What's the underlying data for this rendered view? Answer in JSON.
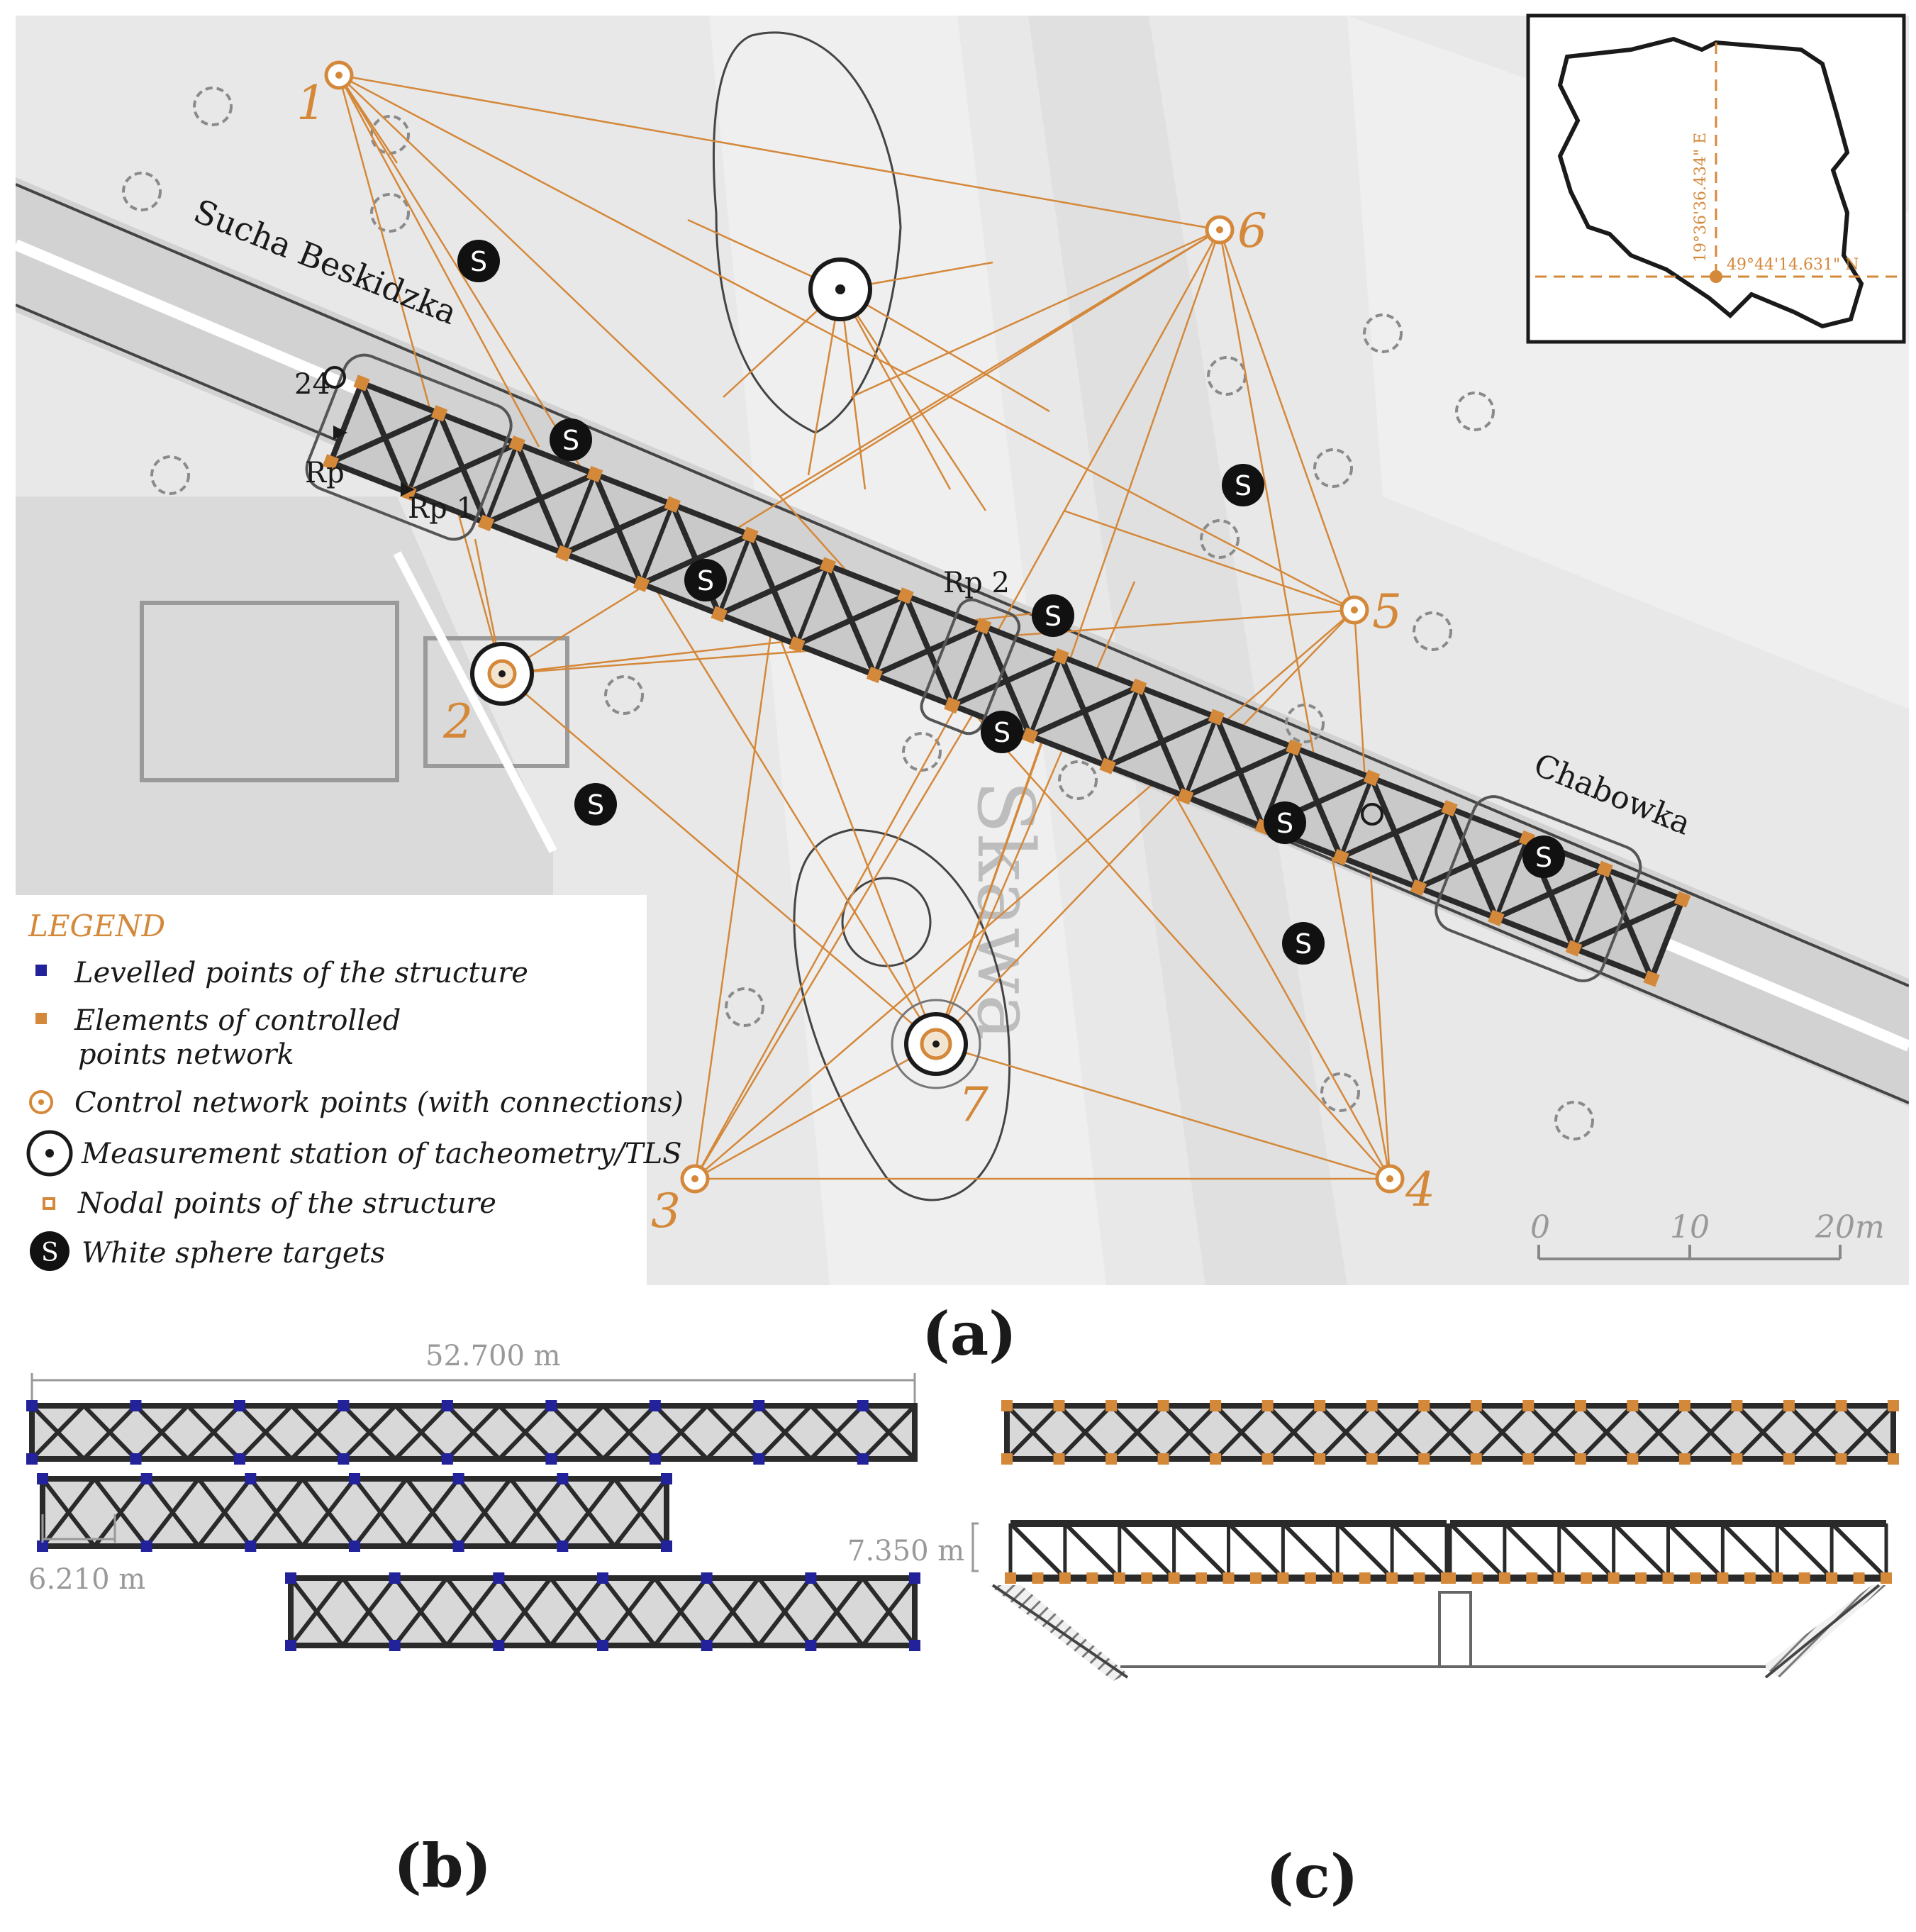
{
  "colors": {
    "control_orange": "#d4883a",
    "levelled_blue": "#22229a",
    "truss_dark": "#2a2a2a",
    "map_background": "#e6e6e6",
    "legend_title": "#d4883a"
  },
  "panel_a": {
    "caption": "(a)",
    "road_label_left": "Sucha Beskidzka",
    "road_label_right": "Chabowka",
    "river_label": "Skawa",
    "reference_points": [
      "Rp",
      "Rp 1",
      "Rp 2",
      "24"
    ],
    "control_points": [
      "1",
      "2",
      "3",
      "4",
      "5",
      "6",
      "7"
    ],
    "sphere_symbol": "S",
    "inset": {
      "longitude": "19°36'36.434\" E",
      "latitude": "49°44'14.631\" N"
    },
    "scale_bar": {
      "ticks": [
        "0",
        "10",
        "20m"
      ]
    },
    "legend": {
      "title": "LEGEND",
      "items": [
        {
          "label": "Levelled points of the structure",
          "icon": "blue-square-icon"
        },
        {
          "label": "Elements of controlled",
          "label2": "points network",
          "icon": "orange-square-icon"
        },
        {
          "label": "Control network points (with connections)",
          "icon": "orange-circle-icon"
        },
        {
          "label": "Measurement station of tacheometry/TLS",
          "icon": "station-icon"
        },
        {
          "label": "Nodal points of the structure",
          "icon": "orange-hollow-square-icon"
        },
        {
          "label": "White sphere targets",
          "icon": "sphere-target-icon"
        }
      ]
    }
  },
  "panel_b": {
    "caption": "(b)",
    "length_label": "52.700 m",
    "width_label": "6.210 m"
  },
  "panel_c": {
    "caption": "(c)",
    "height_label": "7.350 m"
  }
}
